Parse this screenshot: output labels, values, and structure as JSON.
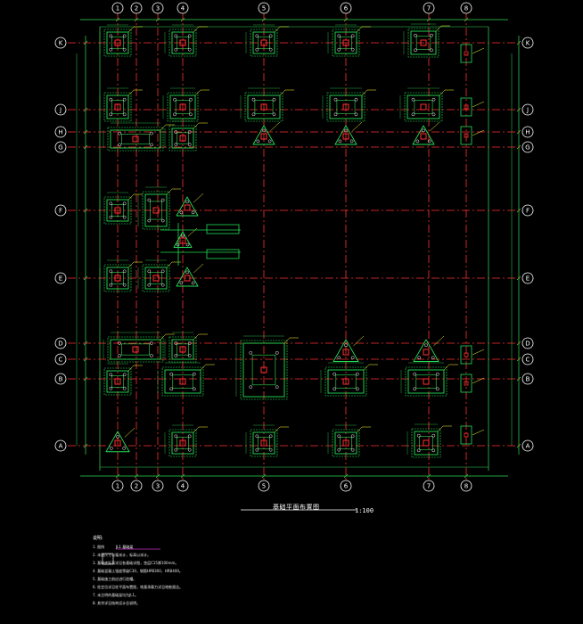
{
  "drawing": {
    "title": "基础平面布置图",
    "scale": "1:100"
  },
  "axes": {
    "vertical": [
      "1",
      "2",
      "3",
      "4",
      "5",
      "6",
      "7",
      "8"
    ],
    "horizontal_left": [
      "K",
      "J",
      "H",
      "G",
      "F",
      "E",
      "D",
      "C",
      "B",
      "A"
    ],
    "horizontal_right": [
      "K",
      "J",
      "H",
      "G",
      "F",
      "E",
      "D",
      "C",
      "B",
      "A"
    ]
  },
  "notes": {
    "header": "说明:",
    "legend_label": "JL1 基础梁",
    "lines": [
      "1. 图例",
      "2. 本图尺寸以毫米计，标高以米计。",
      "3. 基础底标高详见各基础详图，垫层C15厚100mm。",
      "4. 基础混凝土强度等级C30，钢筋HPB300、HRB400。",
      "5. 基础施工前应进行验槽。",
      "6. 柱定位详见柱平面布置图，地基承载力详见地勘报告。",
      "7. 未注明的基础梁均为JL1。",
      "8. 其余详见结构设计总说明。"
    ]
  },
  "colors": {
    "background": "#000000",
    "axis_line": "#ff3030",
    "footing": "#22dd55",
    "dimension": "#33dd55",
    "bubble": "#ffffff",
    "label": "#ffff33",
    "column": "#ff3030"
  }
}
